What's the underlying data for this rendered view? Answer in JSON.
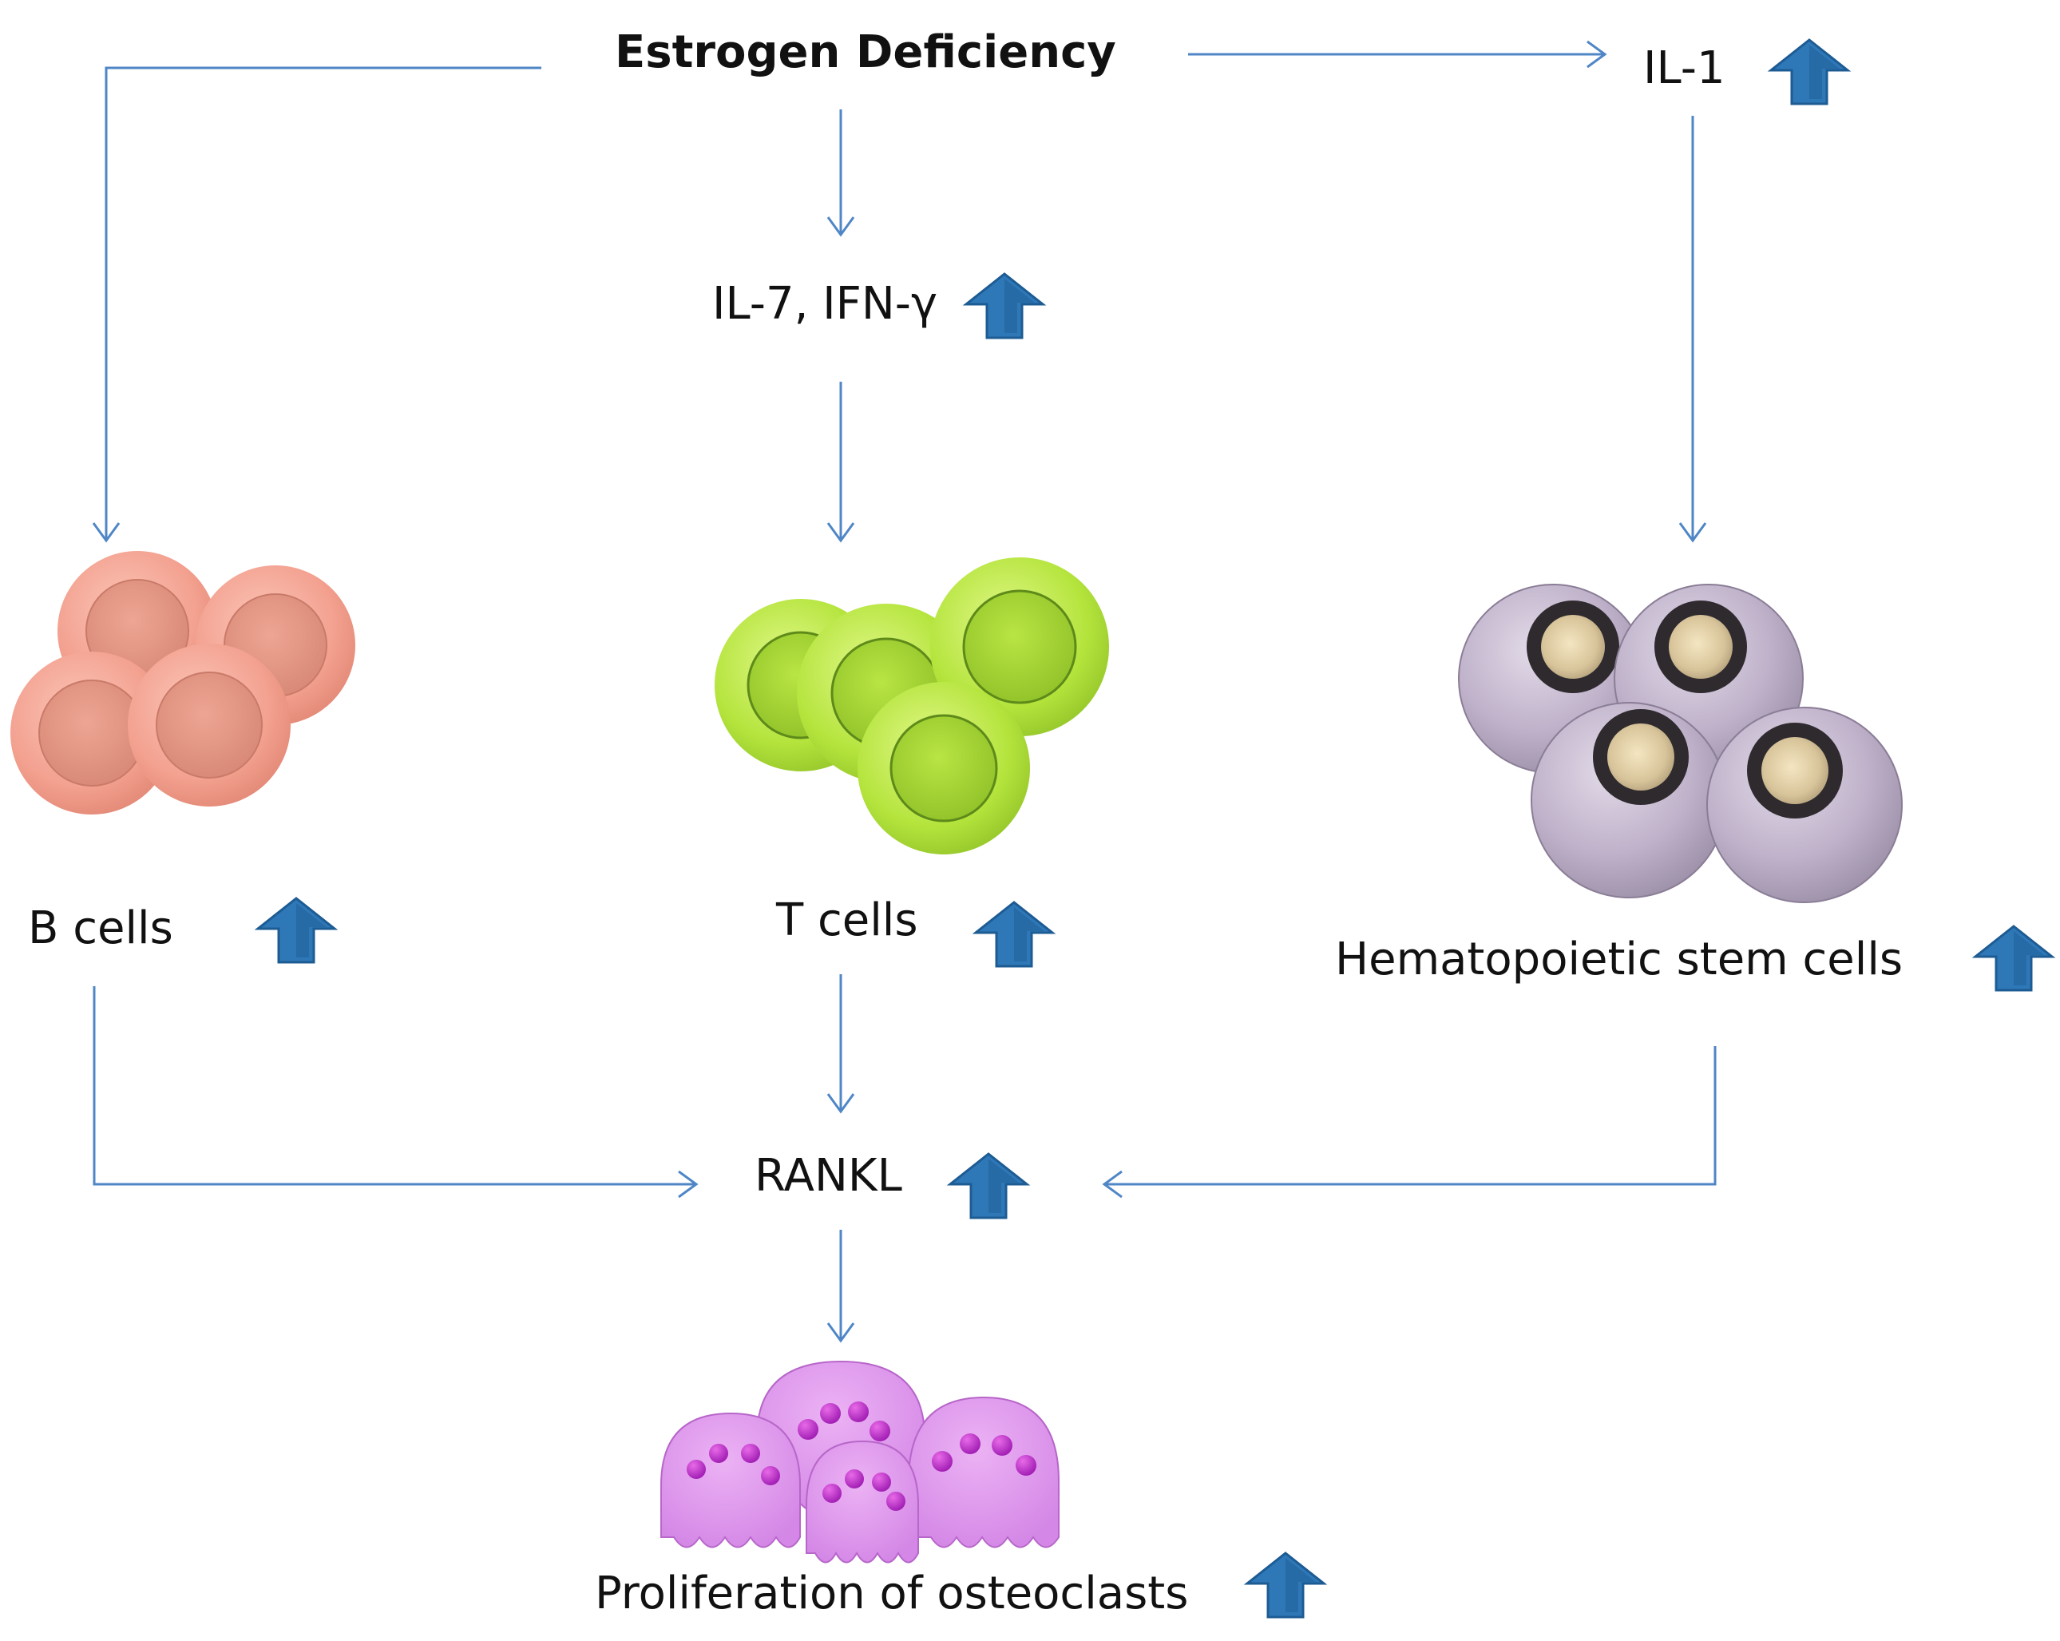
{
  "title": "Estrogen Deficiency",
  "nodes": {
    "il1": "IL-1",
    "il7_ifn": "IL-7, IFN-γ",
    "b_cells": "B cells",
    "t_cells": "T cells",
    "hsc": "Hematopoietic stem cells",
    "rankl": "RANKL",
    "osteoclasts": "Proliferation of osteoclasts"
  },
  "indicator_icon": "up-arrow-icon",
  "colors": {
    "connector": "#4f86c6",
    "up_arrow": "#2e75b6",
    "b_cell": "#f4a090",
    "t_cell": "#a6d93a",
    "stem_cell": "#b6a9c2",
    "osteoclast": "#d98ae8"
  }
}
